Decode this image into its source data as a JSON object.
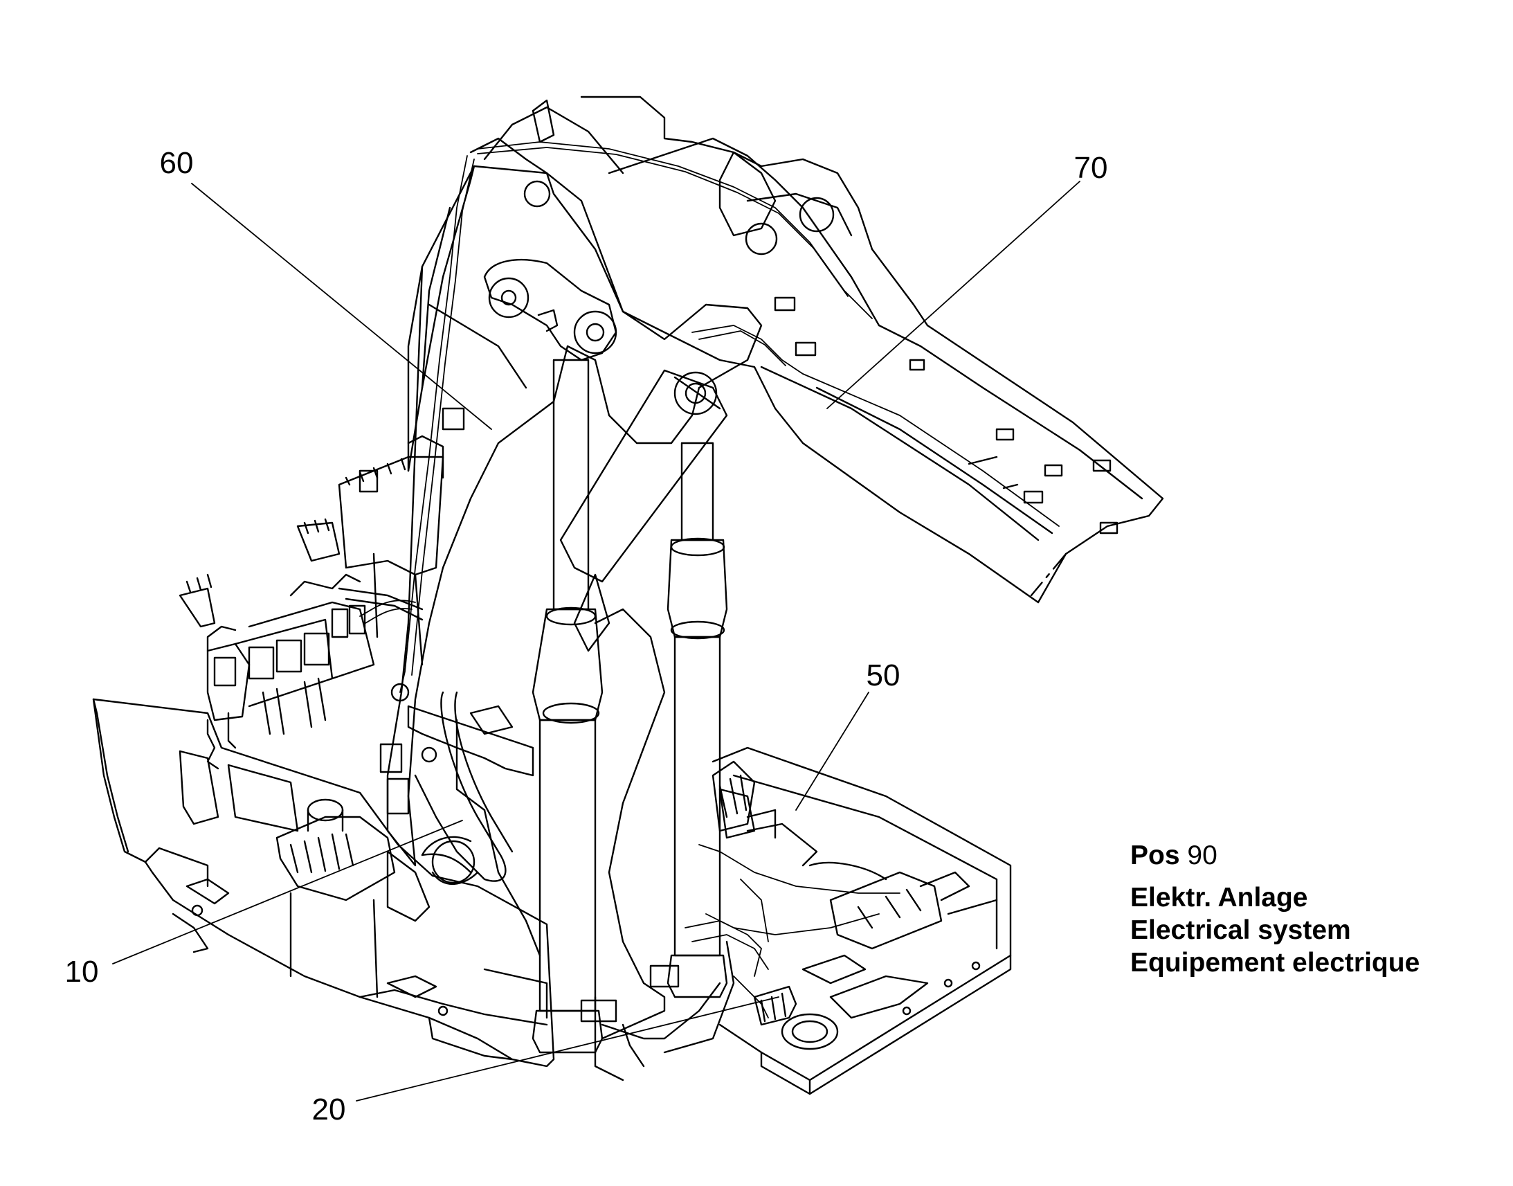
{
  "callouts": {
    "c10": "10",
    "c20": "20",
    "c50": "50",
    "c60": "60",
    "c70": "70"
  },
  "info": {
    "pos_label": "Pos",
    "pos_number": "90",
    "lines": [
      "Elektr. Anlage",
      "Electrical system",
      "Equipement electrique"
    ]
  }
}
